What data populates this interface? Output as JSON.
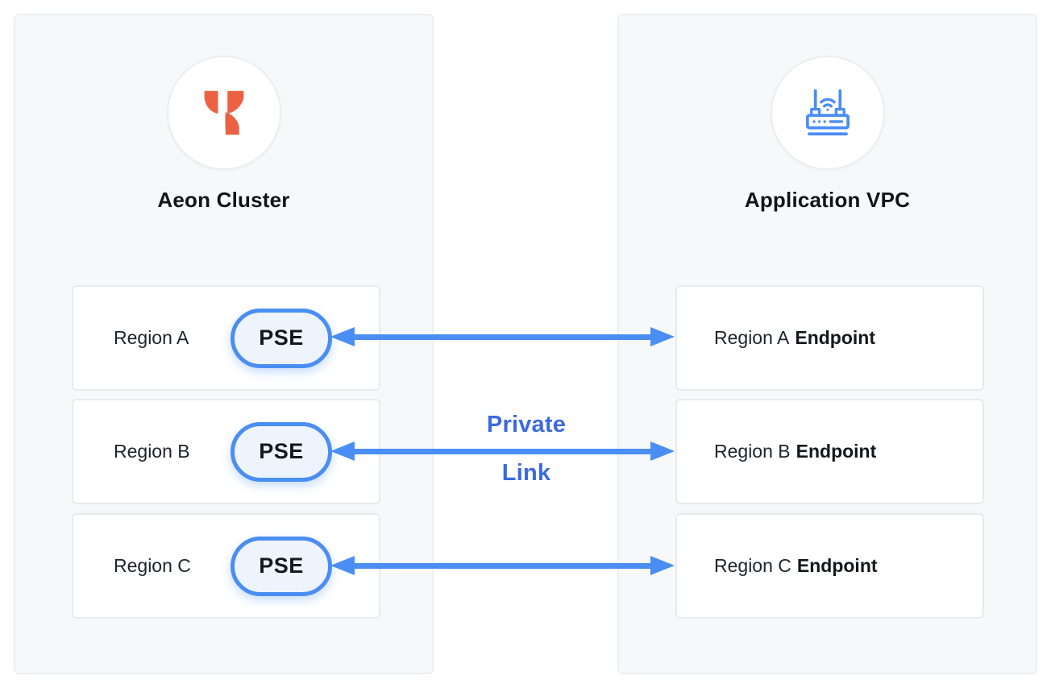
{
  "diagram": {
    "left_panel": {
      "title": "Aeon Cluster",
      "logo": "aeon-logo",
      "rows": [
        {
          "region": "Region A",
          "badge": "PSE"
        },
        {
          "region": "Region B",
          "badge": "PSE"
        },
        {
          "region": "Region C",
          "badge": "PSE"
        }
      ]
    },
    "right_panel": {
      "title": "Application VPC",
      "icon": "router",
      "rows": [
        {
          "region": "Region A",
          "type": "Endpoint"
        },
        {
          "region": "Region B",
          "type": "Endpoint"
        },
        {
          "region": "Region C",
          "type": "Endpoint"
        }
      ]
    },
    "connection": {
      "label_line1": "Private",
      "label_line2": "Link"
    },
    "colors": {
      "arrow_blue": "#4a8ef3",
      "link_label_blue": "#3b6adf",
      "logo_orange": "#ec6142",
      "pill_fill": "#eef4fd",
      "pill_border": "#4a8ef3",
      "panel_bg": "#f7f8fa",
      "box_border": "#e7eaf0"
    }
  }
}
